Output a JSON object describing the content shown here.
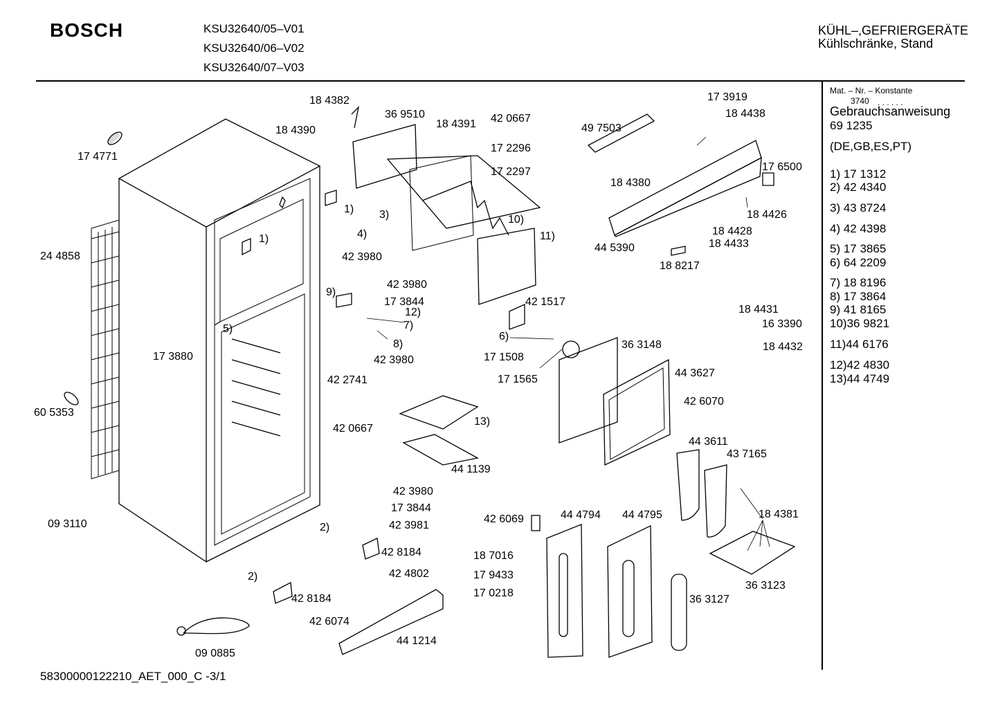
{
  "header": {
    "brand": "BOSCH",
    "models": [
      "KSU32640/05–V01",
      "KSU32640/06–V02",
      "KSU32640/07–V03"
    ],
    "category_line1": "KÜHL–,GEFRIERGERÄTE",
    "category_line2": "Kühlschränke, Stand"
  },
  "side_panel": {
    "const_label": "Mat. – Nr. – Konstante",
    "const_value": "3740",
    "dots": ". . . . . .",
    "manual_label": "Gebrauchsanweisung",
    "manual_number": "69 1235",
    "languages": "(DE,GB,ES,PT)",
    "refs": [
      "1) 17 1312",
      "2) 42 4340",
      "3) 43 8724",
      "4) 42 4398",
      "5) 17 3865",
      "6) 64 2209",
      "7) 18 8196",
      "8) 17 3864",
      "9) 41 8165",
      "10)36 9821",
      "11)44 6176",
      "12)42 4830",
      "13)44 4749"
    ]
  },
  "callouts": [
    "18 4382",
    "36 9510",
    "18 4390",
    "18 4391",
    "42 0667",
    "17 2296",
    "17 2297",
    "17 4771",
    "1)",
    "4)",
    "3)",
    "10)",
    "11)",
    "42 3980",
    "24 4858",
    "1)",
    "9)",
    "42 3980",
    "17 3844",
    "12)",
    "7)",
    "8)",
    "42 3980",
    "5)",
    "17 3880",
    "42 2741",
    "60 5353",
    "42 0667",
    "13)",
    "44 1139",
    "42 3980",
    "17 3844",
    "42 3981",
    "42 8184",
    "42 4802",
    "09 3110",
    "2)",
    "2)",
    "42 8184",
    "42 6074",
    "44 1214",
    "09 0885",
    "17 3919",
    "18 4438",
    "49 7503",
    "17 6500",
    "18 4380",
    "18 4426",
    "18 4428",
    "18 4433",
    "44 5390",
    "18 8217",
    "42 1517",
    "18 4431",
    "16 3390",
    "18 4432",
    "6)",
    "36 3148",
    "17 1508",
    "17 1565",
    "44 3627",
    "42 6070",
    "44 3611",
    "43 7165",
    "42 6069",
    "44 4794",
    "44 4795",
    "18 4381",
    "18 7016",
    "17 9433",
    "17 0218",
    "36 3127",
    "36 3123"
  ],
  "footer": "58300000122210_AET_000_C -3/1"
}
